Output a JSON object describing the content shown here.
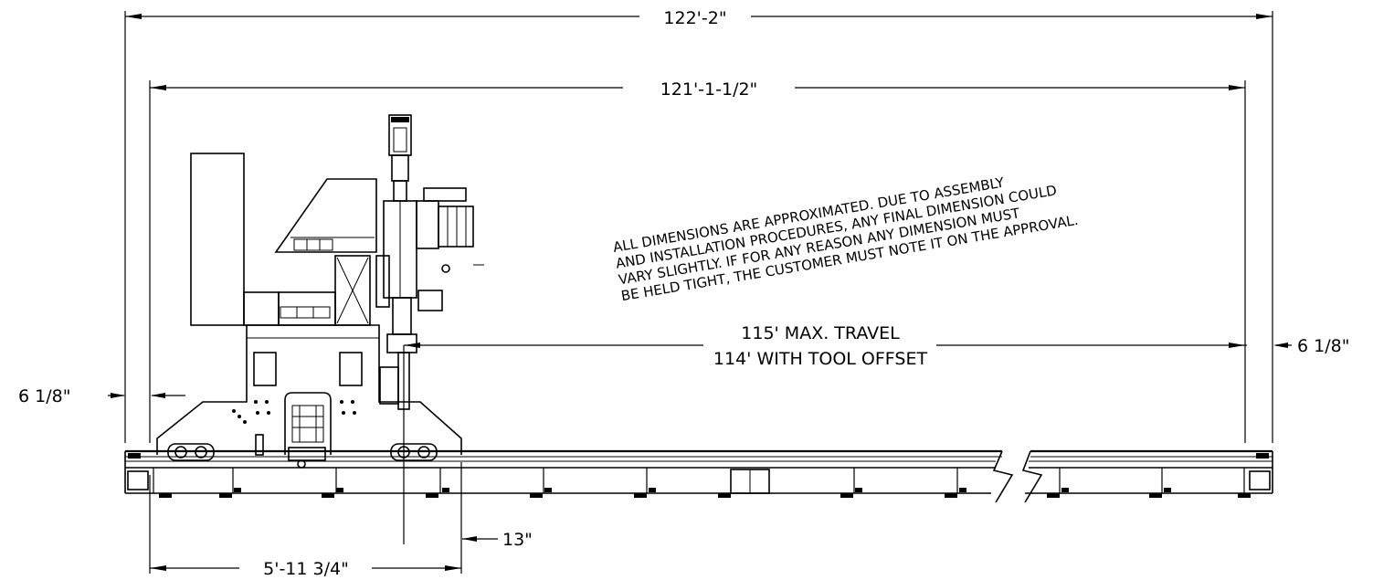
{
  "dimensions": {
    "overall": "122'-2\"",
    "inner": "121'-1-1/2\"",
    "travel_line1": "115' MAX. TRAVEL",
    "travel_line2": "114' WITH TOOL OFFSET",
    "left_offset": "6 1/8\"",
    "right_offset": "6 1/8\"",
    "bottom_small": "13\"",
    "bottom_width": "5'-11 3/4\""
  },
  "note": {
    "line1": "ALL DIMENSIONS ARE APPROXIMATED.  DUE TO ASSEMBLY",
    "line2": "AND INSTALLATION PROCEDURES, ANY FINAL DIMENSION COULD",
    "line3": "VARY SLIGHTLY.  IF FOR ANY REASON ANY DIMENSION MUST",
    "line4": "BE HELD TIGHT, THE CUSTOMER MUST NOTE IT ON THE APPROVAL."
  }
}
